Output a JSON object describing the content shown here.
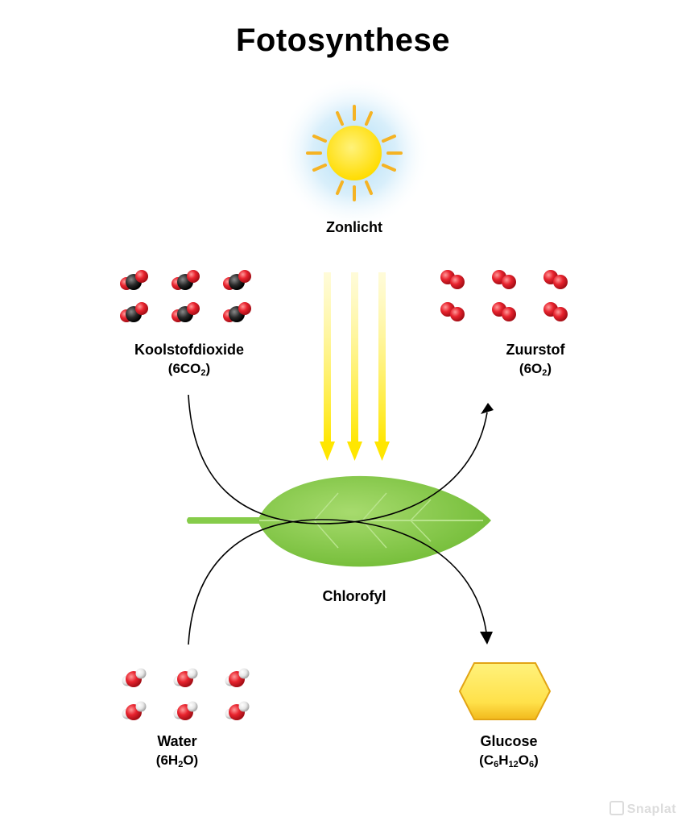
{
  "title": "Fotosynthese",
  "labels": {
    "sunlight": "Zonlicht",
    "co2": {
      "name": "Koolstofdioxide",
      "formula": "(6CO2)"
    },
    "o2": {
      "name": "Zuurstof",
      "formula": "(6O2)"
    },
    "chlorophyll": "Chlorofyl",
    "water": {
      "name": "Water",
      "formula": "(6H2O)"
    },
    "glucose": {
      "name": "Glucose",
      "formula": "(C6H12O6)"
    }
  },
  "watermark": "Snaplat",
  "colors": {
    "sun": "#FFE21A",
    "sun_glow": "#9FD7F5",
    "sun_ray": "#F5B324",
    "light_beam": "#FFE600",
    "leaf": "#86CC4A",
    "oxygen_atom": "#E8232E",
    "carbon_atom": "#2A2A2A",
    "hydrogen_atom": "#E6E6E6",
    "glucose": "#FFE14A",
    "arrow": "#000000"
  },
  "icons": {
    "sun": "sun-icon",
    "leaf": "leaf-icon",
    "co2": "co2-molecule-icon",
    "o2": "o2-molecule-icon",
    "h2o": "h2o-molecule-icon",
    "glucose": "glucose-hexagon-icon"
  }
}
